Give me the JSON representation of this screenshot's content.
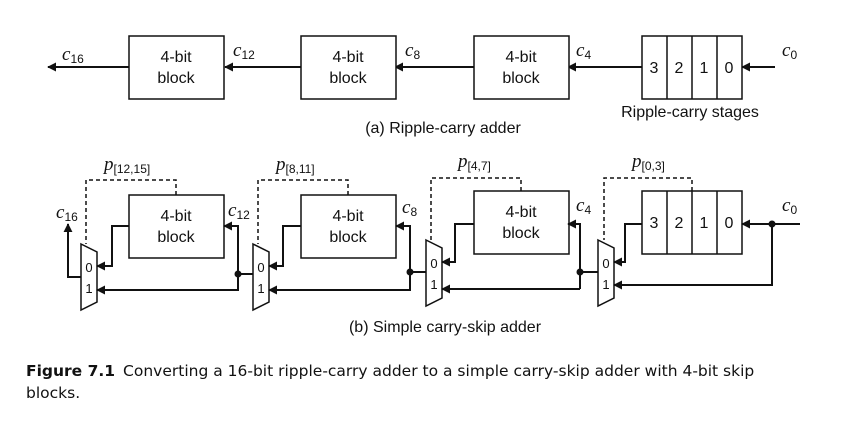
{
  "diagram": {
    "block_label_line1": "4-bit",
    "block_label_line2": "block",
    "stage_digits": [
      "3",
      "2",
      "1",
      "0"
    ],
    "carry_var": "c",
    "carries": {
      "c0": "0",
      "c4": "4",
      "c8": "8",
      "c12": "12",
      "c16": "16"
    },
    "propagate_var": "p",
    "propagates": [
      "[0,3]",
      "[4,7]",
      "[8,11]",
      "[12,15]"
    ],
    "mux_inputs": [
      "0",
      "1"
    ],
    "stages_label": "Ripple-carry stages",
    "subcaption_a": "(a) Ripple-carry adder",
    "subcaption_b": "(b) Simple carry-skip adder"
  },
  "caption": {
    "label": "Figure 7.1",
    "line1": "Converting a 16-bit ripple-carry adder to a simple carry-skip adder with 4-bit skip",
    "line2": "blocks."
  }
}
